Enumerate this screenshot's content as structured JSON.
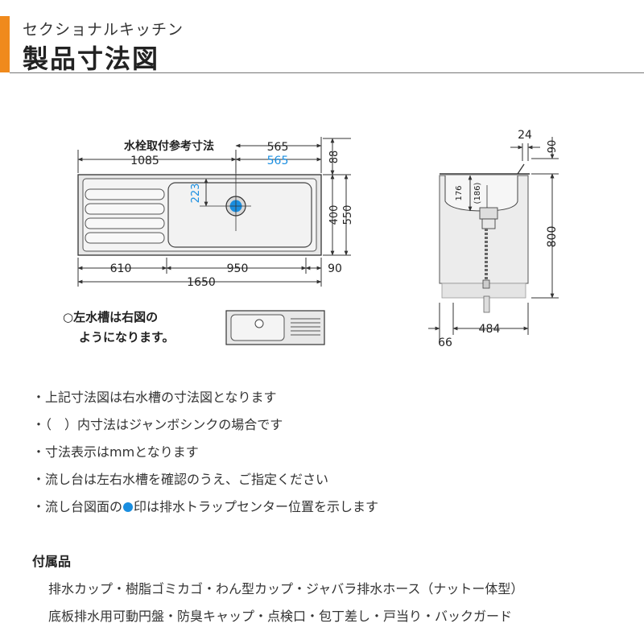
{
  "header": {
    "subtitle": "セクショナルキッチン",
    "title": "製品寸法図"
  },
  "diagram": {
    "faucet_label": "水栓取付参考寸法",
    "dims": {
      "w1085": "1085",
      "w565": "565",
      "w565_jumbo": "565",
      "h88": "88",
      "h223": "223",
      "h400": "400",
      "h550": "550",
      "w610": "610",
      "w950": "950",
      "w90": "90",
      "w1650": "1650",
      "s24": "24",
      "s90": "90",
      "s176": "176",
      "s186": "(186)",
      "s800": "800",
      "s484": "484",
      "s66": "66"
    },
    "left_note_line1": "○左水槽は右図の",
    "left_note_line2": "ようになります。",
    "colors": {
      "accent": "#f08a1c",
      "blue": "#1a8ee0",
      "line": "#333333"
    }
  },
  "notes": [
    "・上記寸法図は右水槽の寸法図となります",
    "・（　）内寸法はジャンボシンクの場合です",
    "・寸法表示はmmとなります",
    "・流し台は左右水槽を確認のうえ、ご指定ください"
  ],
  "note5": {
    "before": "・流し台図面の",
    "after": "印は排水トラップセンター位置を示します"
  },
  "accessories": {
    "heading": "付属品",
    "line1": "排水カップ・樹脂ゴミカゴ・わん型カップ・ジャバラ排水ホース（ナットー体型）",
    "line2": "底板排水用可動円盤・防臭キャップ・点検口・包丁差し・戸当り・バックガード"
  }
}
